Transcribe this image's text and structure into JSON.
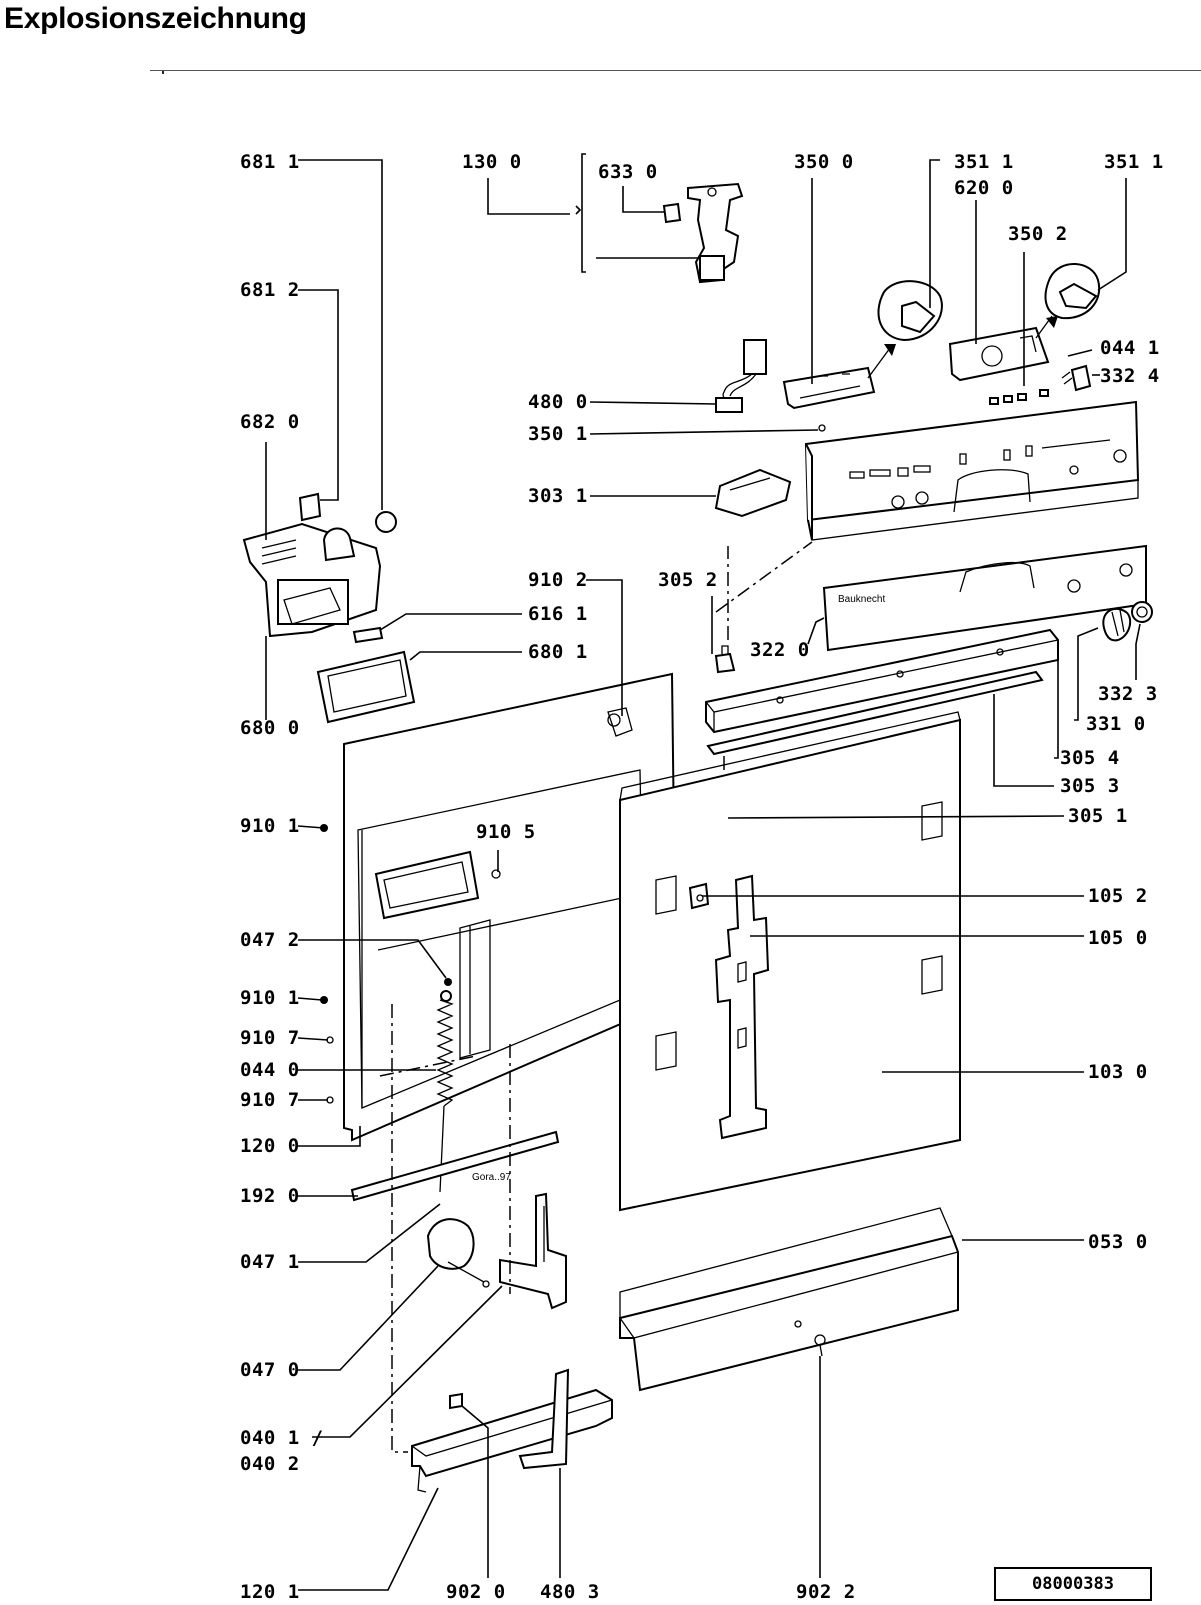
{
  "page": {
    "title": "Explosionszeichnung",
    "drawing_number": "08000383",
    "stamp_text": "Gora..97"
  },
  "callouts": [
    "681 1",
    "681 2",
    "682 0",
    "680 0",
    "130 0",
    "633 0",
    "350 0",
    "351 1",
    "620 0",
    "350 2",
    "044 1",
    "332 4",
    "480 0",
    "350 1",
    "303 1",
    "910 2",
    "305 2",
    "616 1",
    "680 1",
    "322 0",
    "332 3",
    "331 0",
    "305 4",
    "305 3",
    "305 1",
    "910 1",
    "910 5",
    "105 2",
    "105 0",
    "047 2",
    "910 7",
    "044 0",
    "103 0",
    "120 0",
    "192 0",
    "047 1",
    "053 0",
    "047 0",
    "040 1 /",
    "040 2",
    "120 1",
    "902 0",
    "480 3",
    "902 2"
  ]
}
